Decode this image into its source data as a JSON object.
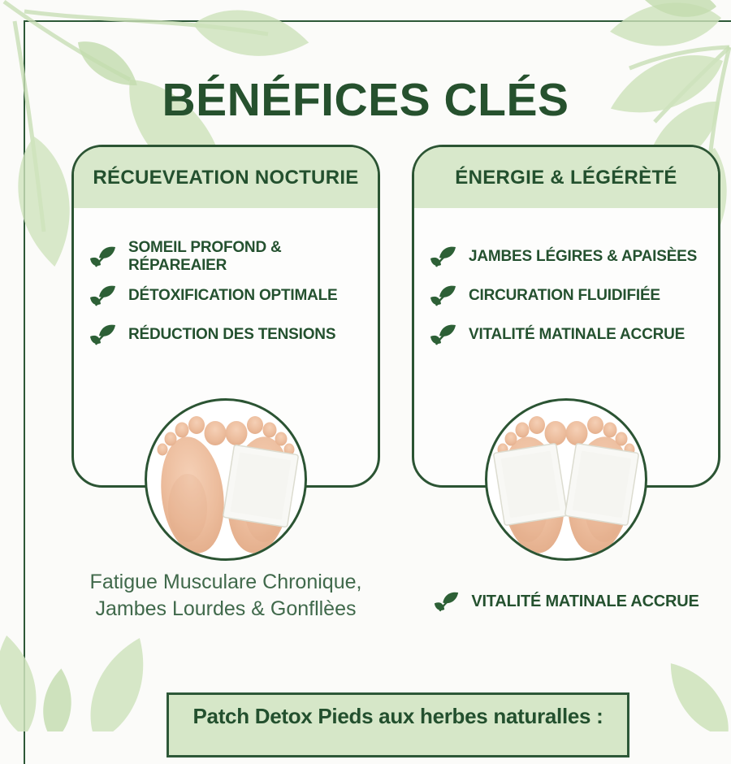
{
  "page": {
    "title": "BÉNÉFICES CLÉS"
  },
  "cards": [
    {
      "header": "RÉCUEVEATION NOCTURIE",
      "bullets": [
        "SOMEIL PROFOND & RÉPAREAIER",
        "DÉTOXIFICATION OPTIMALE",
        "RÉDUCTION DES TENSIONS"
      ],
      "image": "feet-soles-with-detox-patch-on-right-foot",
      "caption_line1": "Fatigue Musculare Chronique,",
      "caption_line2": "Jambes Lourdes & Gonfllèes"
    },
    {
      "header": "ÉNERGIE & LÉGÉRÈTÉ",
      "bullets": [
        "JAMBES LÉGIRES & APAISÈES",
        "CIRCURATION FLUIDIFIÉE",
        "VITALITÉ MATINALE ACCRUE"
      ],
      "image": "feet-soles-with-detox-patches-on-both-feet",
      "caption": "VITALITÉ MATINALE ACCRUE"
    }
  ],
  "banner": {
    "text": "Patch Detox Pieds aux herbes naturalles :"
  },
  "icons": {
    "bullet": "leaf-sprout-icon",
    "decoration": "watercolor-leaves"
  },
  "colors": {
    "title_green": "#26512e",
    "text_green": "#24512f",
    "card_border": "#2b5433",
    "frame_border": "#2d5838",
    "header_bg": "#d8e8cb",
    "banner_bg": "#d6e7c8",
    "caption_green": "#40694b",
    "leaf_icon_green": "#2d6036",
    "decor_leaf": "#cfe3bd",
    "skin": "#ecbc9c",
    "patch_white": "#f8f8f5",
    "background": "#fbfbf9"
  }
}
